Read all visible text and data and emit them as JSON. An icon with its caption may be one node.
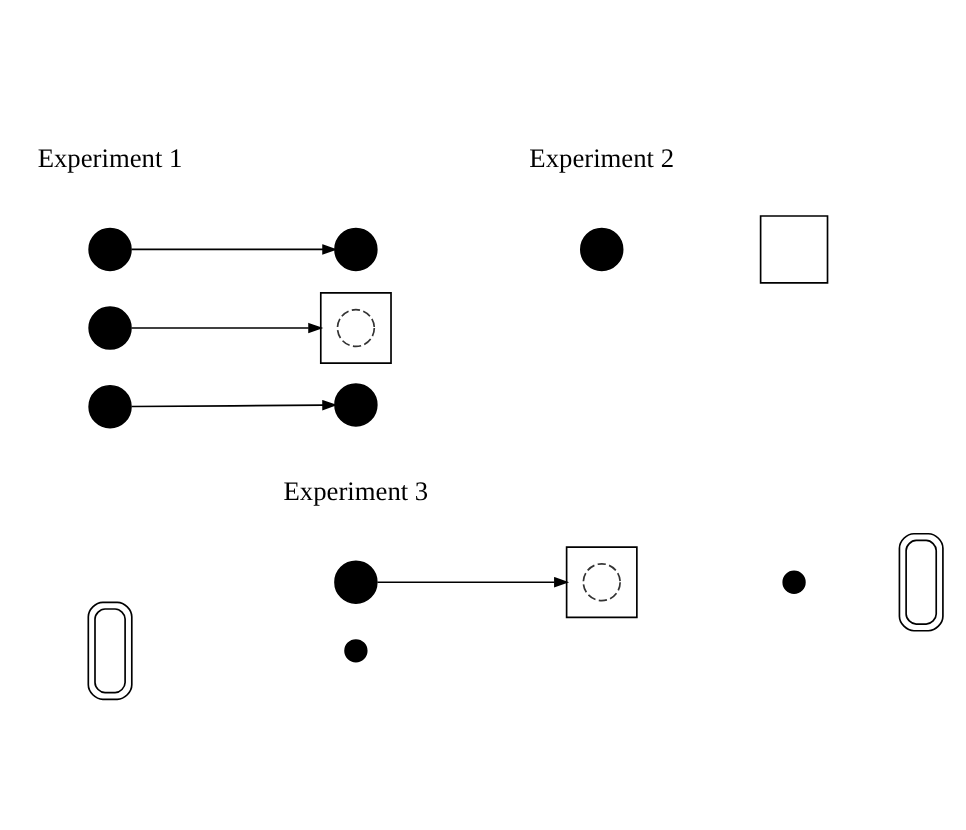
{
  "diagram": {
    "nodes": [
      {
        "text": [],
        "shape": "circle"
      },
      {
        "text": [],
        "shape": "circle"
      },
      {
        "text": [],
        "shape": "circle"
      },
      {
        "text": [],
        "shape": "box"
      },
      {
        "text": [],
        "shape": "circle",
        "in": 3
      },
      {
        "text": [],
        "shape": "circle"
      },
      {
        "text": [],
        "shape": "circle"
      },
      {
        "text": [],
        "shape": "circle"
      },
      {
        "text": [],
        "shape": "box"
      },
      {
        "text": [],
        "shape": "circle"
      },
      {
        "text": [],
        "shape": "box"
      },
      {
        "text": [],
        "shape": "circle",
        "in": 10
      },
      {
        "text": [],
        "shape": "arc"
      },
      {
        "text": [],
        "shape": "note"
      },
      {
        "text": [],
        "shape": "note"
      },
      {
        "text": [],
        "shape": "arc"
      }
    ],
    "edges": [
      {
        "from": 0,
        "to": 1,
        "arrow": "to"
      },
      {
        "from": 2,
        "to": 3,
        "arrow": "to"
      },
      {
        "from": 5,
        "to": 6,
        "arrow": "to"
      },
      {
        "from": 9,
        "to": 10,
        "arrow": "to"
      }
    ],
    "labels": [
      "Experiment 1",
      "Experiment 2",
      "Experiment 3"
    ]
  }
}
